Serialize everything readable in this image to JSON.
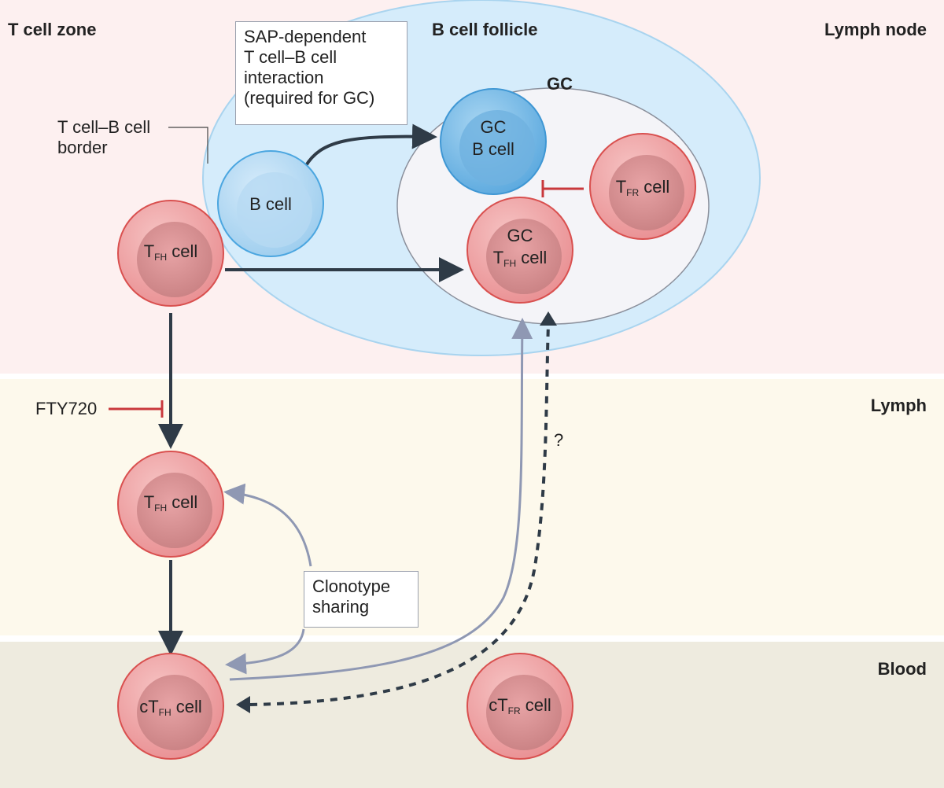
{
  "regions": {
    "t_cell_zone": "T cell zone",
    "b_cell_follicle": "B cell follicle",
    "lymph_node": "Lymph node",
    "gc": "GC",
    "lymph": "Lymph",
    "blood": "Blood"
  },
  "boxes": {
    "sap": [
      "SAP-dependent",
      "T cell–B cell",
      "interaction",
      "(required for GC)"
    ],
    "clonotype": [
      "Clonotype",
      "sharing"
    ]
  },
  "labels": {
    "border": [
      "T cell–B cell",
      "border"
    ],
    "fty720": "FTY720",
    "question": "?"
  },
  "cells": {
    "b_cell": {
      "text": "B cell"
    },
    "gc_b_cell": {
      "line1": "GC",
      "line2": "B cell"
    },
    "tfr_cell": {
      "pre": "T",
      "sub": "FR",
      "post": " cell"
    },
    "gc_tfh_cell": {
      "line1": "GC",
      "pre": "T",
      "sub": "FH",
      "post": " cell"
    },
    "tfh_cell_node": {
      "pre": "T",
      "sub": "FH",
      "post": " cell"
    },
    "tfh_cell_lymph": {
      "pre": "T",
      "sub": "FH",
      "post": " cell"
    },
    "ctfh_cell": {
      "pre": "cT",
      "sub": "FH",
      "post": " cell"
    },
    "ctfr_cell": {
      "pre": "cT",
      "sub": "FR",
      "post": " cell"
    }
  },
  "colors": {
    "lymph_node_band": "#fdf0f0",
    "lymph_band": "#fdf9ec",
    "blood_band": "#eeebdf",
    "follicle": "#d5ecfb",
    "gc_area": "#f4f4f8",
    "t_cell": "#ef9d9f",
    "b_cell": "#a9d3ef",
    "gc_b_cell": "#78bae5",
    "arrow_dark": "#2f3b47",
    "arrow_grey": "#8f98b3",
    "inhibit_red": "#c9383c"
  }
}
